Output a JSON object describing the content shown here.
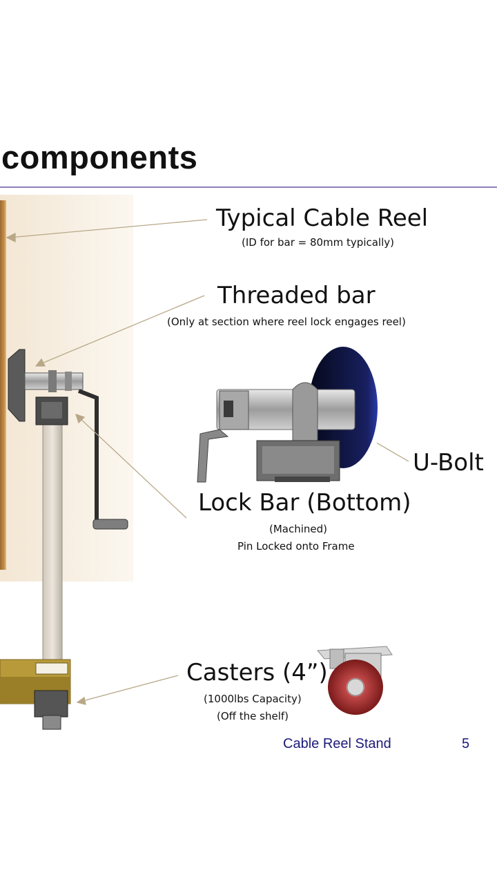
{
  "slide": {
    "title": "components",
    "callouts": {
      "reel": {
        "label": "Typical Cable Reel",
        "note": "(ID for bar = 80mm typically)"
      },
      "threaded": {
        "label": "Threaded bar",
        "note": "(Only at section where reel lock engages reel)"
      },
      "ubolt": {
        "label": "U-Bolt"
      },
      "lockbar": {
        "label": "Lock Bar (Bottom)",
        "note1": "(Machined)",
        "note2": "Pin Locked onto Frame"
      },
      "casters": {
        "label": "Casters (4”)",
        "note1": "(1000lbs Capacity)",
        "note2": "(Off the shelf)"
      }
    },
    "footer": {
      "text": "Cable Reel Stand",
      "page": "5"
    }
  },
  "colors": {
    "rule": "#8e7fb8",
    "footer": "#1c1a7a",
    "arrow": "#b8a888",
    "reel_wood": "#c8904a",
    "caster_wheel": "#a82828",
    "base_frame": "#b89a3a",
    "disc": "#101845"
  }
}
